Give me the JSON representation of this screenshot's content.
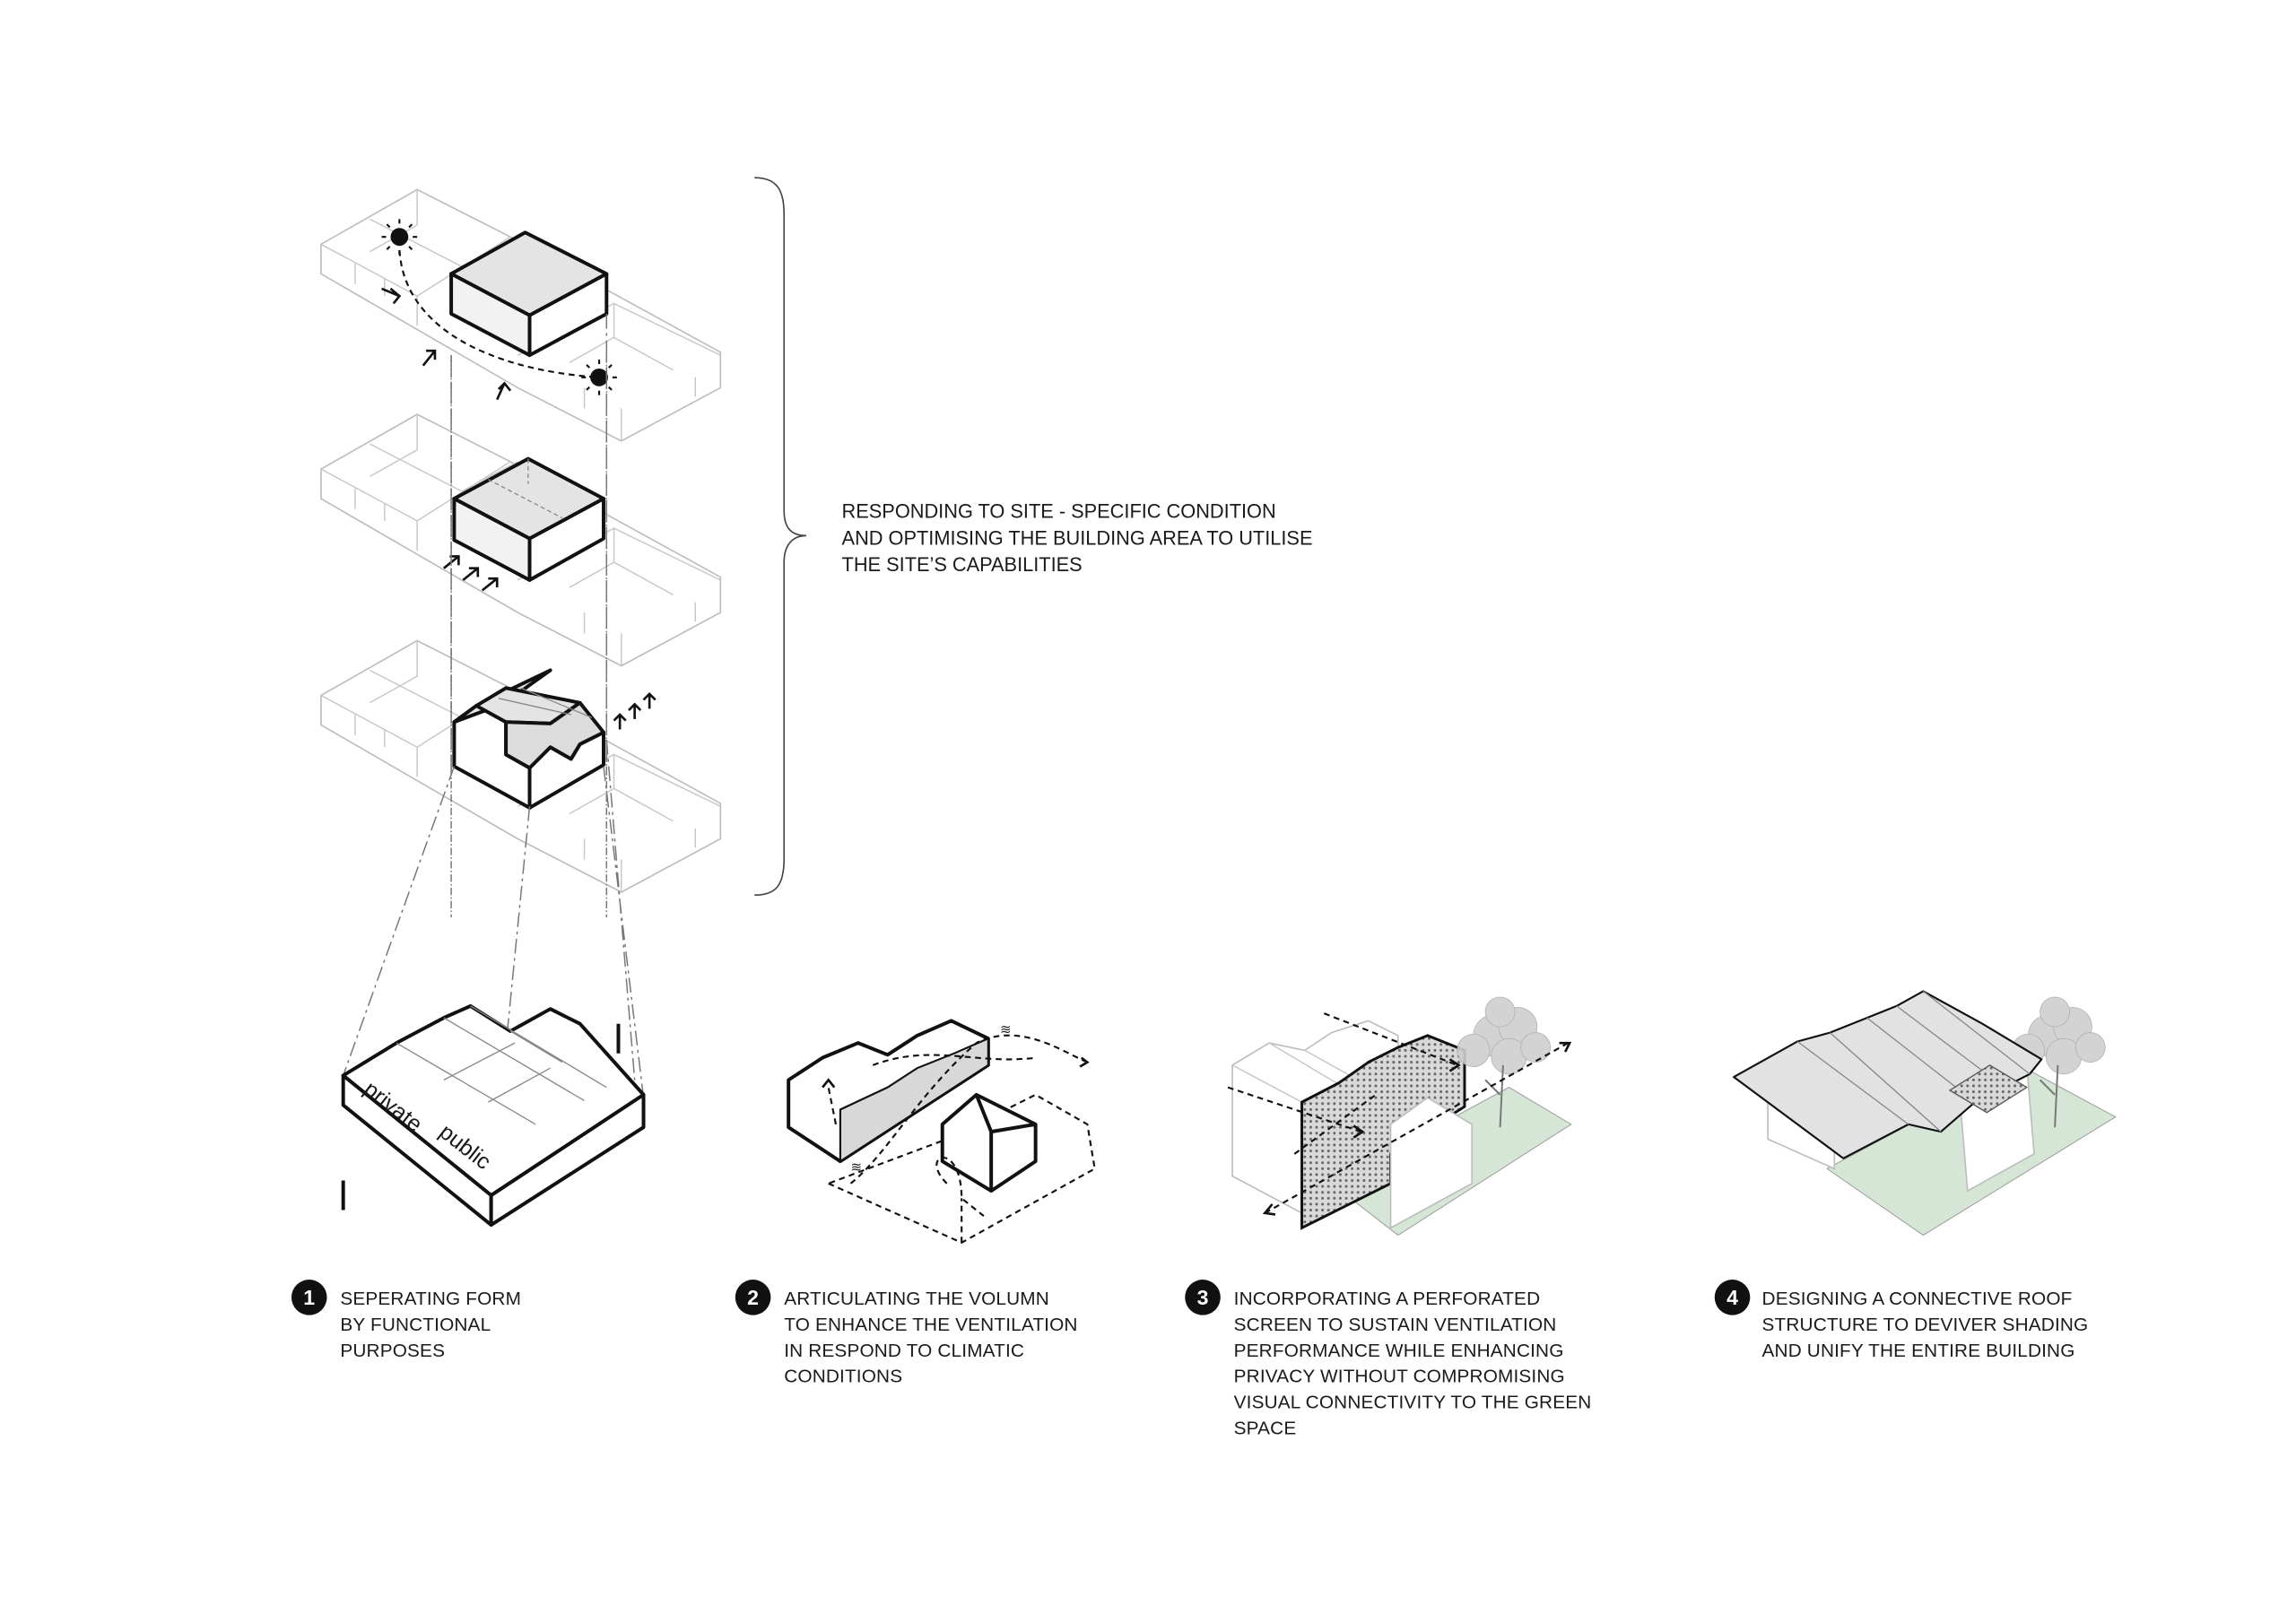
{
  "intro": {
    "lines": [
      "RESPONDING TO SITE - SPECIFIC CONDITION",
      "AND OPTIMISING THE BUILDING AREA TO UTILISE",
      "THE SITE’S CAPABILITIES"
    ]
  },
  "form_labels": {
    "private": "private",
    "public": "public"
  },
  "steps": [
    {
      "number": "1",
      "lines": [
        "SEPERATING FORM",
        "BY FUNCTIONAL",
        "PURPOSES"
      ]
    },
    {
      "number": "2",
      "lines": [
        "ARTICULATING THE VOLUMN",
        "TO ENHANCE THE VENTILATION",
        "IN RESPOND TO CLIMATIC",
        "CONDITIONS"
      ]
    },
    {
      "number": "3",
      "lines": [
        "INCORPORATING A PERFORATED",
        "SCREEN TO SUSTAIN VENTILATION",
        "PERFORMANCE WHILE ENHANCING",
        "PRIVACY WITHOUT COMPROMISING",
        "VISUAL CONNECTIVITY TO THE GREEN",
        "SPACE"
      ]
    },
    {
      "number": "4",
      "lines": [
        "DESIGNING A CONNECTIVE ROOF",
        "STRUCTURE TO DEVIVER SHADING",
        "AND UNIFY THE ENTIRE BUILDING"
      ]
    }
  ],
  "colors": {
    "green_space": "#d5e6d6",
    "volume_fill": "#e4e4e4",
    "ink": "#111111"
  }
}
